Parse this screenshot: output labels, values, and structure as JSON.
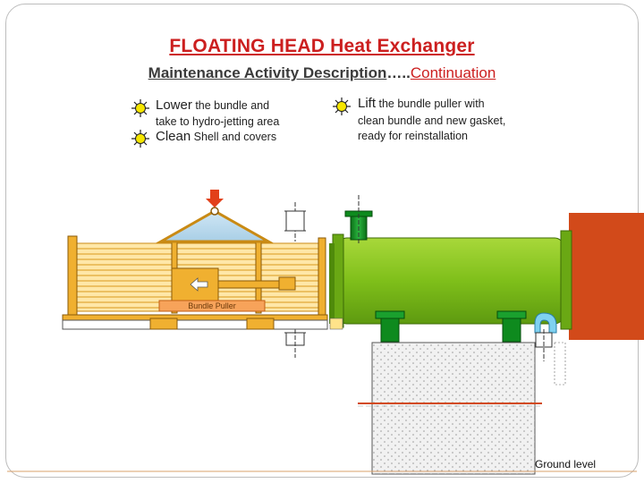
{
  "slide": {
    "title": "FLOATING HEAD Heat Exchanger",
    "subtitle_main": "Maintenance Activity Description",
    "subtitle_dots": "…..",
    "subtitle_cont": "Continuation"
  },
  "steps_left": {
    "line1_big": "Lower",
    "line1_rest": " the bundle and",
    "line2": "take to hydro-jetting area",
    "line3_big": "Clean",
    "line3_rest": " Shell and covers"
  },
  "steps_right": {
    "line1_big": "Lift",
    "line1_rest": " the bundle puller with",
    "line2": "clean bundle and new gasket,",
    "line3": "ready for reinstallation"
  },
  "diagram": {
    "puller_label": "Bundle Puller",
    "ground_label": "Ground level"
  },
  "colors": {
    "title_red": "#cc1f1f",
    "shell_green": "#7fbf1a",
    "nozzle_green": "#0e8a1e",
    "bundle_orange": "#f0b030",
    "frame_orange": "#d24a1a",
    "sun_yellow": "#f5e600"
  },
  "icons": [
    "sun-bullet-icon",
    "down-arrow-icon",
    "left-arrow-icon"
  ]
}
